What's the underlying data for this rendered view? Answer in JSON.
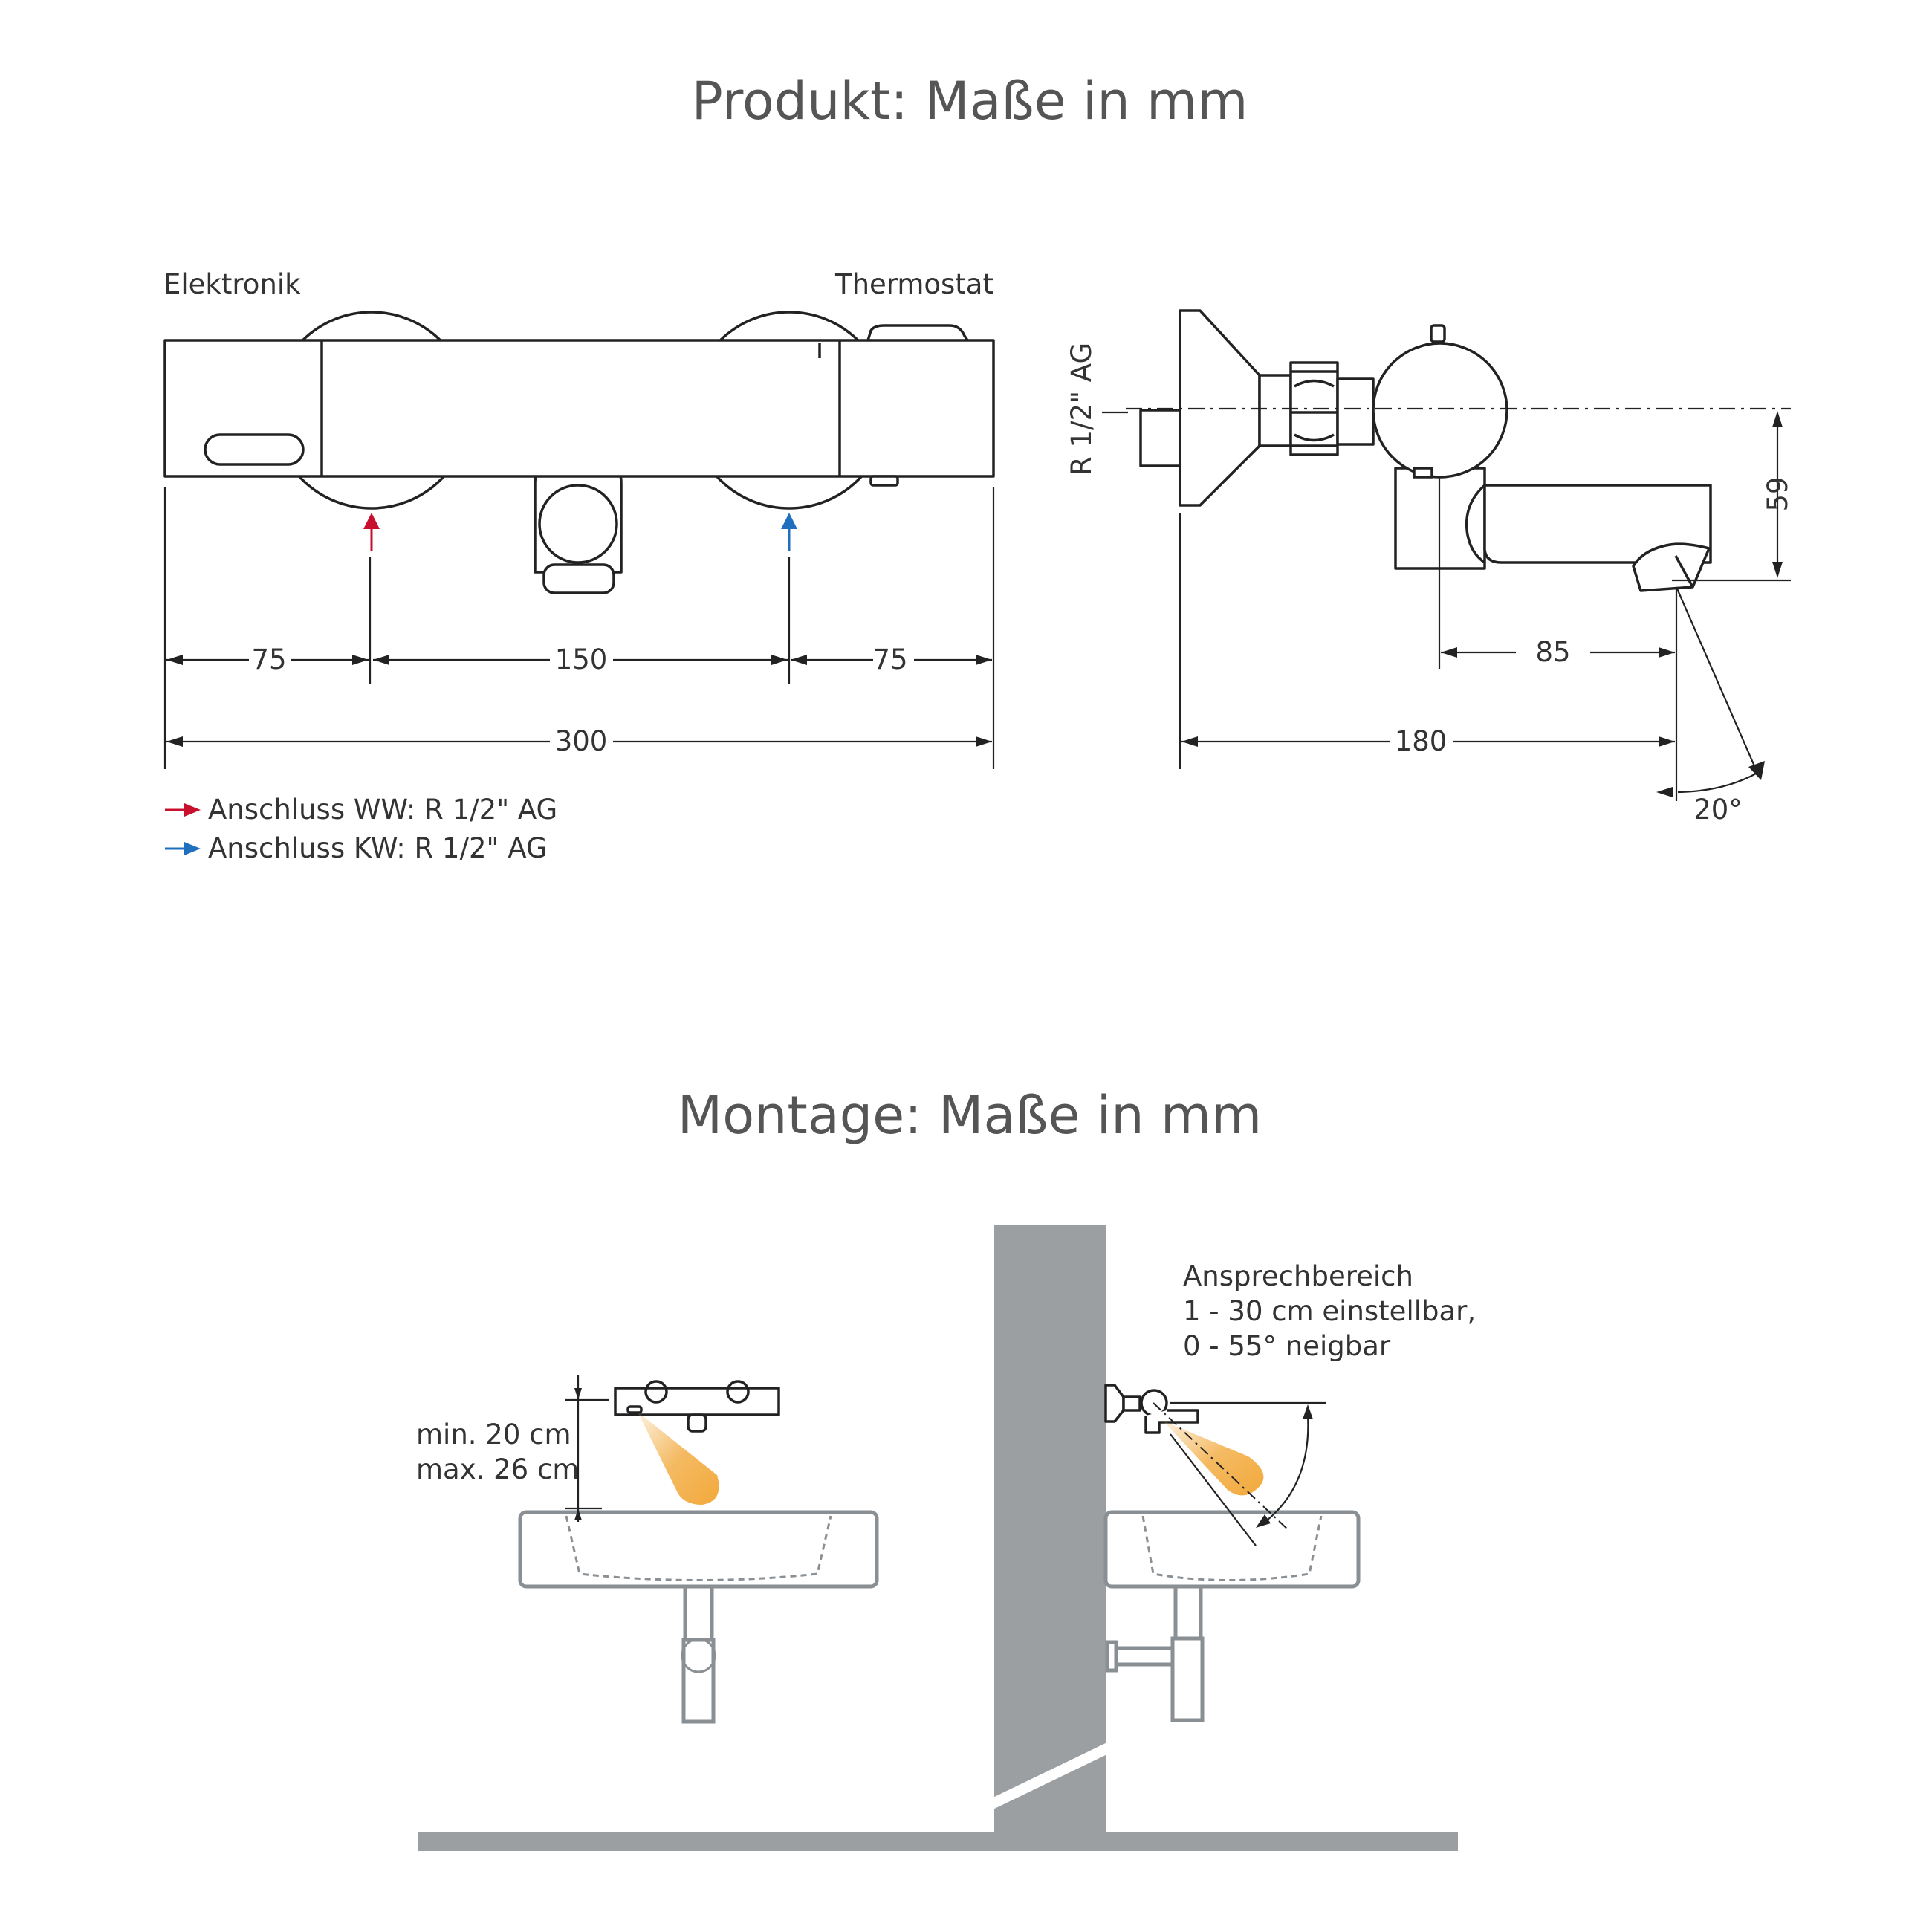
{
  "titles": {
    "product": "Produkt: Maße in mm",
    "mounting": "Montage: Maße in mm"
  },
  "front_view": {
    "label_left": "Elektronik",
    "label_right": "Thermostat",
    "dim_left": "75",
    "dim_middle": "150",
    "dim_right": "75",
    "dim_total": "300"
  },
  "side_view": {
    "connection_label": "R 1/2\" AG",
    "dim_height": "59",
    "dim_spout": "85",
    "dim_depth": "180",
    "dim_angle": "20°"
  },
  "legend": [
    {
      "text": "Anschluss WW: R 1/2\" AG",
      "color": "#c8102e"
    },
    {
      "text": "Anschluss KW:  R 1/2\" AG",
      "color": "#1f6fbf"
    }
  ],
  "mounting": {
    "height_line1": "min. 20 cm",
    "height_line2": "max. 26 cm",
    "sensor_line1": "Ansprechbereich",
    "sensor_line2": "1 - 30 cm einstellbar,",
    "sensor_line3": "0 - 55° neigbar",
    "beam_color": "#f2a93b",
    "wall_color": "#9b9fa2"
  }
}
